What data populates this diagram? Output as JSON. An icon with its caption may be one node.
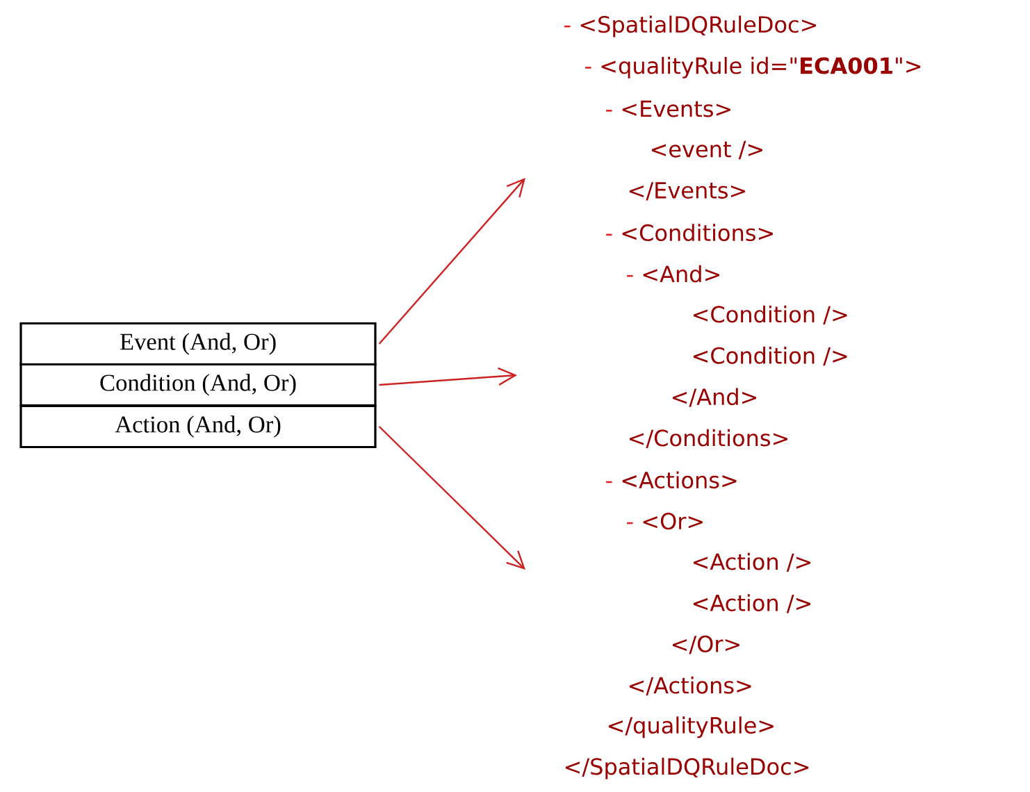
{
  "diagram": {
    "nodes": [
      {
        "text": [
          "Event (And, Or)"
        ]
      },
      {
        "text": [
          "Condition (And, Or)"
        ]
      },
      {
        "text": [
          "Action (And, Or)"
        ]
      }
    ],
    "edges": [
      {
        "from": 0,
        "to": null,
        "arrow": "to"
      },
      {
        "from": 1,
        "to": null,
        "arrow": "to"
      },
      {
        "from": 2,
        "to": null,
        "arrow": "to"
      }
    ],
    "labels": [
      "- <SpatialDQRuleDoc>",
      "- <qualityRule id=\"**ECA001**\">",
      "- <Events>",
      "<event />",
      "</Events>",
      "- <Conditions>",
      "- <And>",
      "<Condition />",
      "<Condition />",
      "</And>",
      "</Conditions>",
      "- <Actions>",
      "- <Or>",
      "<Action />",
      "<Action />",
      "</Or>",
      "</Actions>",
      "</qualityRule>",
      "</SpatialDQRuleDoc>"
    ]
  }
}
